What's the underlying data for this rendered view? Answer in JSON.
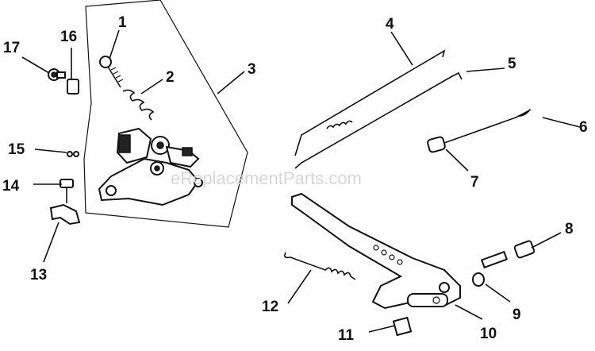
{
  "watermark": "eReplacementParts.com",
  "callouts": [
    {
      "id": "callout-1",
      "label": "1"
    },
    {
      "id": "callout-2",
      "label": "2"
    },
    {
      "id": "callout-3",
      "label": "3"
    },
    {
      "id": "callout-4",
      "label": "4"
    },
    {
      "id": "callout-5",
      "label": "5"
    },
    {
      "id": "callout-6",
      "label": "6"
    },
    {
      "id": "callout-7",
      "label": "7"
    },
    {
      "id": "callout-8",
      "label": "8"
    },
    {
      "id": "callout-9",
      "label": "9"
    },
    {
      "id": "callout-10",
      "label": "10"
    },
    {
      "id": "callout-11",
      "label": "11"
    },
    {
      "id": "callout-12",
      "label": "12"
    },
    {
      "id": "callout-13",
      "label": "13"
    },
    {
      "id": "callout-14",
      "label": "14"
    },
    {
      "id": "callout-15",
      "label": "15"
    },
    {
      "id": "callout-16",
      "label": "16"
    },
    {
      "id": "callout-17",
      "label": "17"
    }
  ]
}
